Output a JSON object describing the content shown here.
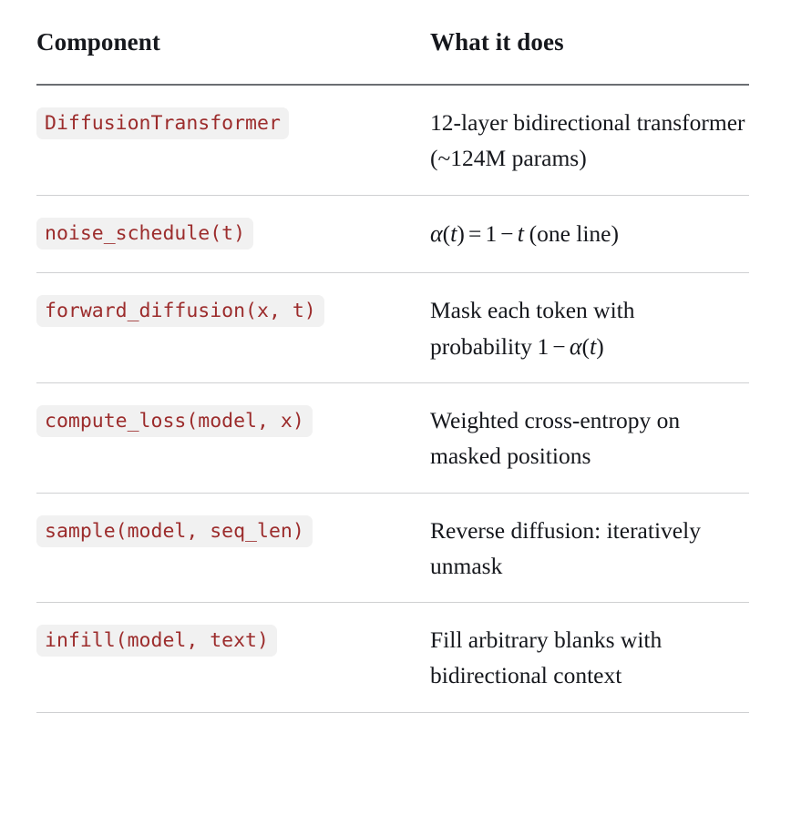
{
  "table": {
    "headers": {
      "component": "Component",
      "description": "What it does"
    },
    "rows": [
      {
        "component_code": "DiffusionTransformer",
        "description": "12-layer bidirectional transformer (~124M params)",
        "has_math": false
      },
      {
        "component_code": "noise_schedule(t)",
        "description": "α(t) = 1 − t (one line)",
        "has_math": true,
        "math": {
          "alpha": "α",
          "lparen": "(",
          "t1": "t",
          "rparen": ")",
          "equals": "=",
          "one": "1",
          "minus": "−",
          "t2": "t",
          "trailing": "(one line)"
        }
      },
      {
        "component_code": "forward_diffusion(x, t)",
        "description": "Mask each token with probability 1 − α(t)",
        "has_math": true,
        "math": {
          "lead": "Mask each token with probability",
          "one": "1",
          "minus": "−",
          "alpha": "α",
          "lparen": "(",
          "t1": "t",
          "rparen": ")"
        }
      },
      {
        "component_code": "compute_loss(model, x)",
        "description": "Weighted cross-entropy on masked positions",
        "has_math": false
      },
      {
        "component_code": "sample(model, seq_len)",
        "description": "Reverse diffusion: iteratively unmask",
        "has_math": false
      },
      {
        "component_code": "infill(model, text)",
        "description": "Fill arbitrary blanks with bidirectional context",
        "has_math": false
      }
    ]
  },
  "colors": {
    "code_text": "#9c2c2c",
    "code_background": "#f1f1f1",
    "body_text": "#16181d",
    "header_rule": "#6b6e73",
    "row_rule": "#cfd0d2",
    "page_background": "#ffffff"
  }
}
